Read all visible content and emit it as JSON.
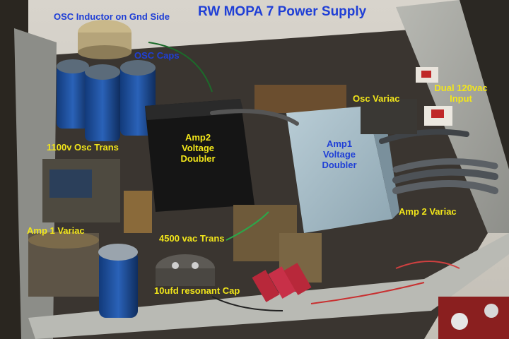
{
  "title": "RW MOPA 7 Power Supply",
  "labels": {
    "osc_inductor": "OSC Inductor on Gnd Side",
    "osc_caps": "OSC Caps",
    "osc_trans": "1100v Osc Trans",
    "amp2_doubler": [
      "Amp2",
      "Voltage",
      "Doubler"
    ],
    "amp1_doubler": [
      "Amp1",
      "Voltage",
      "Doubler"
    ],
    "osc_variac": "Osc Variac",
    "dual_input": [
      "Dual 120vac",
      "Input"
    ],
    "amp2_variac": "Amp 2 Variac",
    "amp1_variac": "Amp 1 Variac",
    "hv_trans": "4500 vac Trans",
    "resonant_cap": "10ufd resonant Cap"
  },
  "colors": {
    "label_yellow": "#f2e61a",
    "label_blue": "#1f3fd6",
    "amp2_box": "#141414",
    "amp1_box": "#9fb6c2",
    "chassis": "#a9aaa4"
  }
}
